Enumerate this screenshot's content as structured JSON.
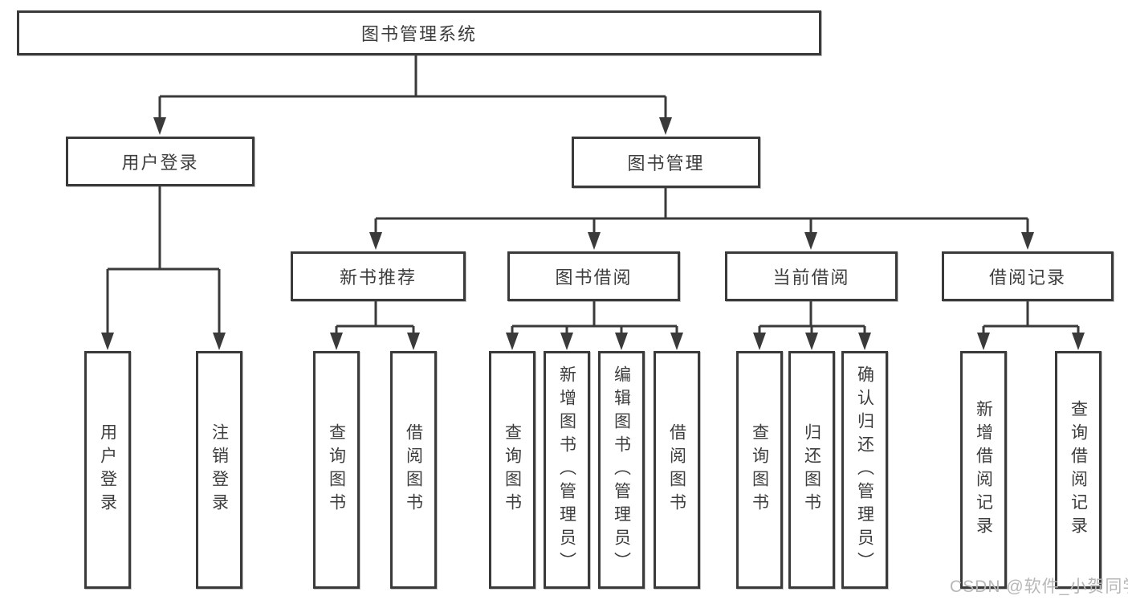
{
  "diagram": {
    "type": "tree",
    "title": "图书管理系统",
    "root": {
      "label": "图书管理系统",
      "children": [
        {
          "label": "用户登录",
          "children": [
            {
              "label": "用户登录"
            },
            {
              "label": "注销登录"
            }
          ]
        },
        {
          "label": "图书管理",
          "children": [
            {
              "label": "新书推荐",
              "children": [
                {
                  "label": "查询图书"
                },
                {
                  "label": "借阅图书"
                }
              ]
            },
            {
              "label": "图书借阅",
              "children": [
                {
                  "label": "查询图书"
                },
                {
                  "label": "新增图书（管理员）"
                },
                {
                  "label": "编辑图书（管理员）"
                },
                {
                  "label": "借阅图书"
                }
              ]
            },
            {
              "label": "当前借阅",
              "children": [
                {
                  "label": "查询图书"
                },
                {
                  "label": "归还图书"
                },
                {
                  "label": "确认归还（管理员）"
                }
              ]
            },
            {
              "label": "借阅记录",
              "children": [
                {
                  "label": "新增借阅记录"
                },
                {
                  "label": "查询借阅记录"
                }
              ]
            }
          ]
        }
      ]
    }
  },
  "colors": {
    "line": "#3a3a3a",
    "text": "#3d3d3d",
    "background": "#ffffff",
    "watermark": "#b7b7b7"
  },
  "watermark": {
    "text": "CSDN @软件_小贺同学"
  }
}
